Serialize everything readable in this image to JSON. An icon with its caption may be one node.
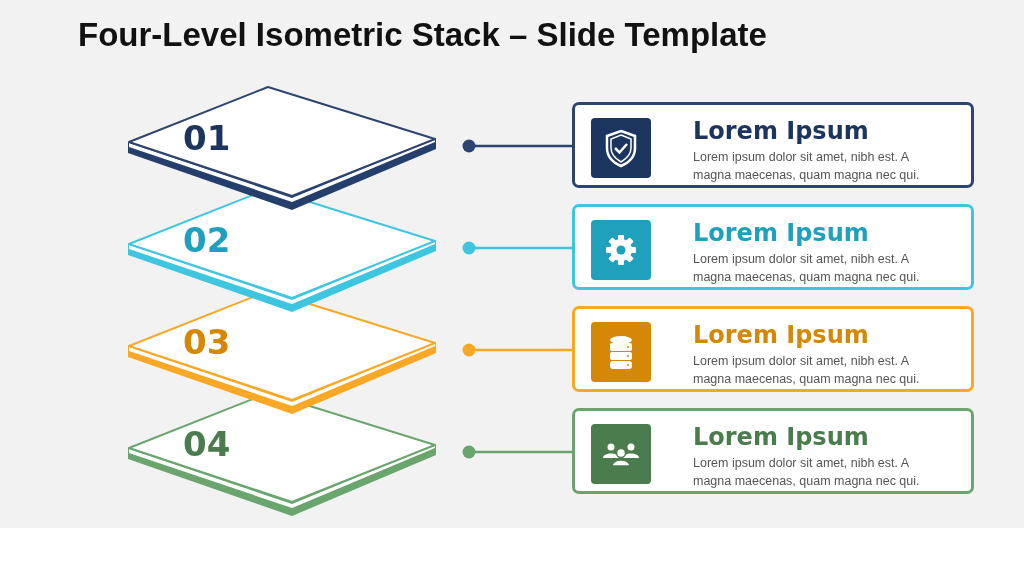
{
  "diagram": {
    "title": "Four-Level Isometric Stack – Slide Template",
    "nodes": [
      {
        "text": [
          "01"
        ]
      },
      {
        "text": [
          "02"
        ]
      },
      {
        "text": [
          "03"
        ]
      },
      {
        "text": [
          "04"
        ]
      },
      {
        "text": [
          "Lorem Ipsum",
          "Lorem ipsum dolor sit amet, nibh est. A magna maecenas, quam magna nec qui."
        ]
      },
      {
        "text": [
          "Lorem Ipsum",
          "Lorem ipsum dolor sit amet, nibh est. A magna maecenas, quam magna nec qui."
        ]
      },
      {
        "text": [
          "Lorem Ipsum",
          "Lorem ipsum dolor sit amet, nibh est. A magna maecenas, quam magna nec qui."
        ]
      },
      {
        "text": [
          "Lorem Ipsum",
          "Lorem ipsum dolor sit amet, nibh est. A magna maecenas, quam magna nec qui."
        ]
      }
    ],
    "edges": [
      {
        "from": 0,
        "to": 4,
        "arrow": "other",
        "color": "#2b4570"
      },
      {
        "from": 1,
        "to": 5,
        "arrow": "other",
        "color": "#3ec6e0"
      },
      {
        "from": 2,
        "to": 6,
        "arrow": "other",
        "color": "#f9a825"
      },
      {
        "from": 3,
        "to": 7,
        "arrow": "other",
        "color": "#6aa56e"
      }
    ]
  }
}
